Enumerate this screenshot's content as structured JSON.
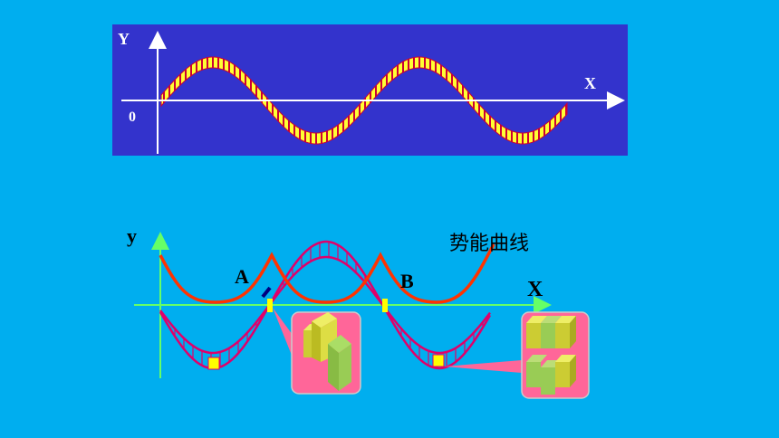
{
  "top_panel": {
    "y_label": "Y",
    "x_label": "X",
    "origin_label": "0",
    "colors": {
      "background": "#3333CC",
      "wave_fill": "#FFFF33",
      "wave_stripe": "#CC0033",
      "axis": "#FFFFFF"
    }
  },
  "bottom_panel": {
    "y_label": "y",
    "x_label": "X",
    "point_a": "A",
    "point_b": "B",
    "curve_label": "势能曲线",
    "colors": {
      "potential_curve": "#FF3300",
      "wave_curve": "#E0006A",
      "axis": "#66FF66",
      "inset_bg": "#FF6699",
      "particle": "#FFFF00"
    }
  }
}
